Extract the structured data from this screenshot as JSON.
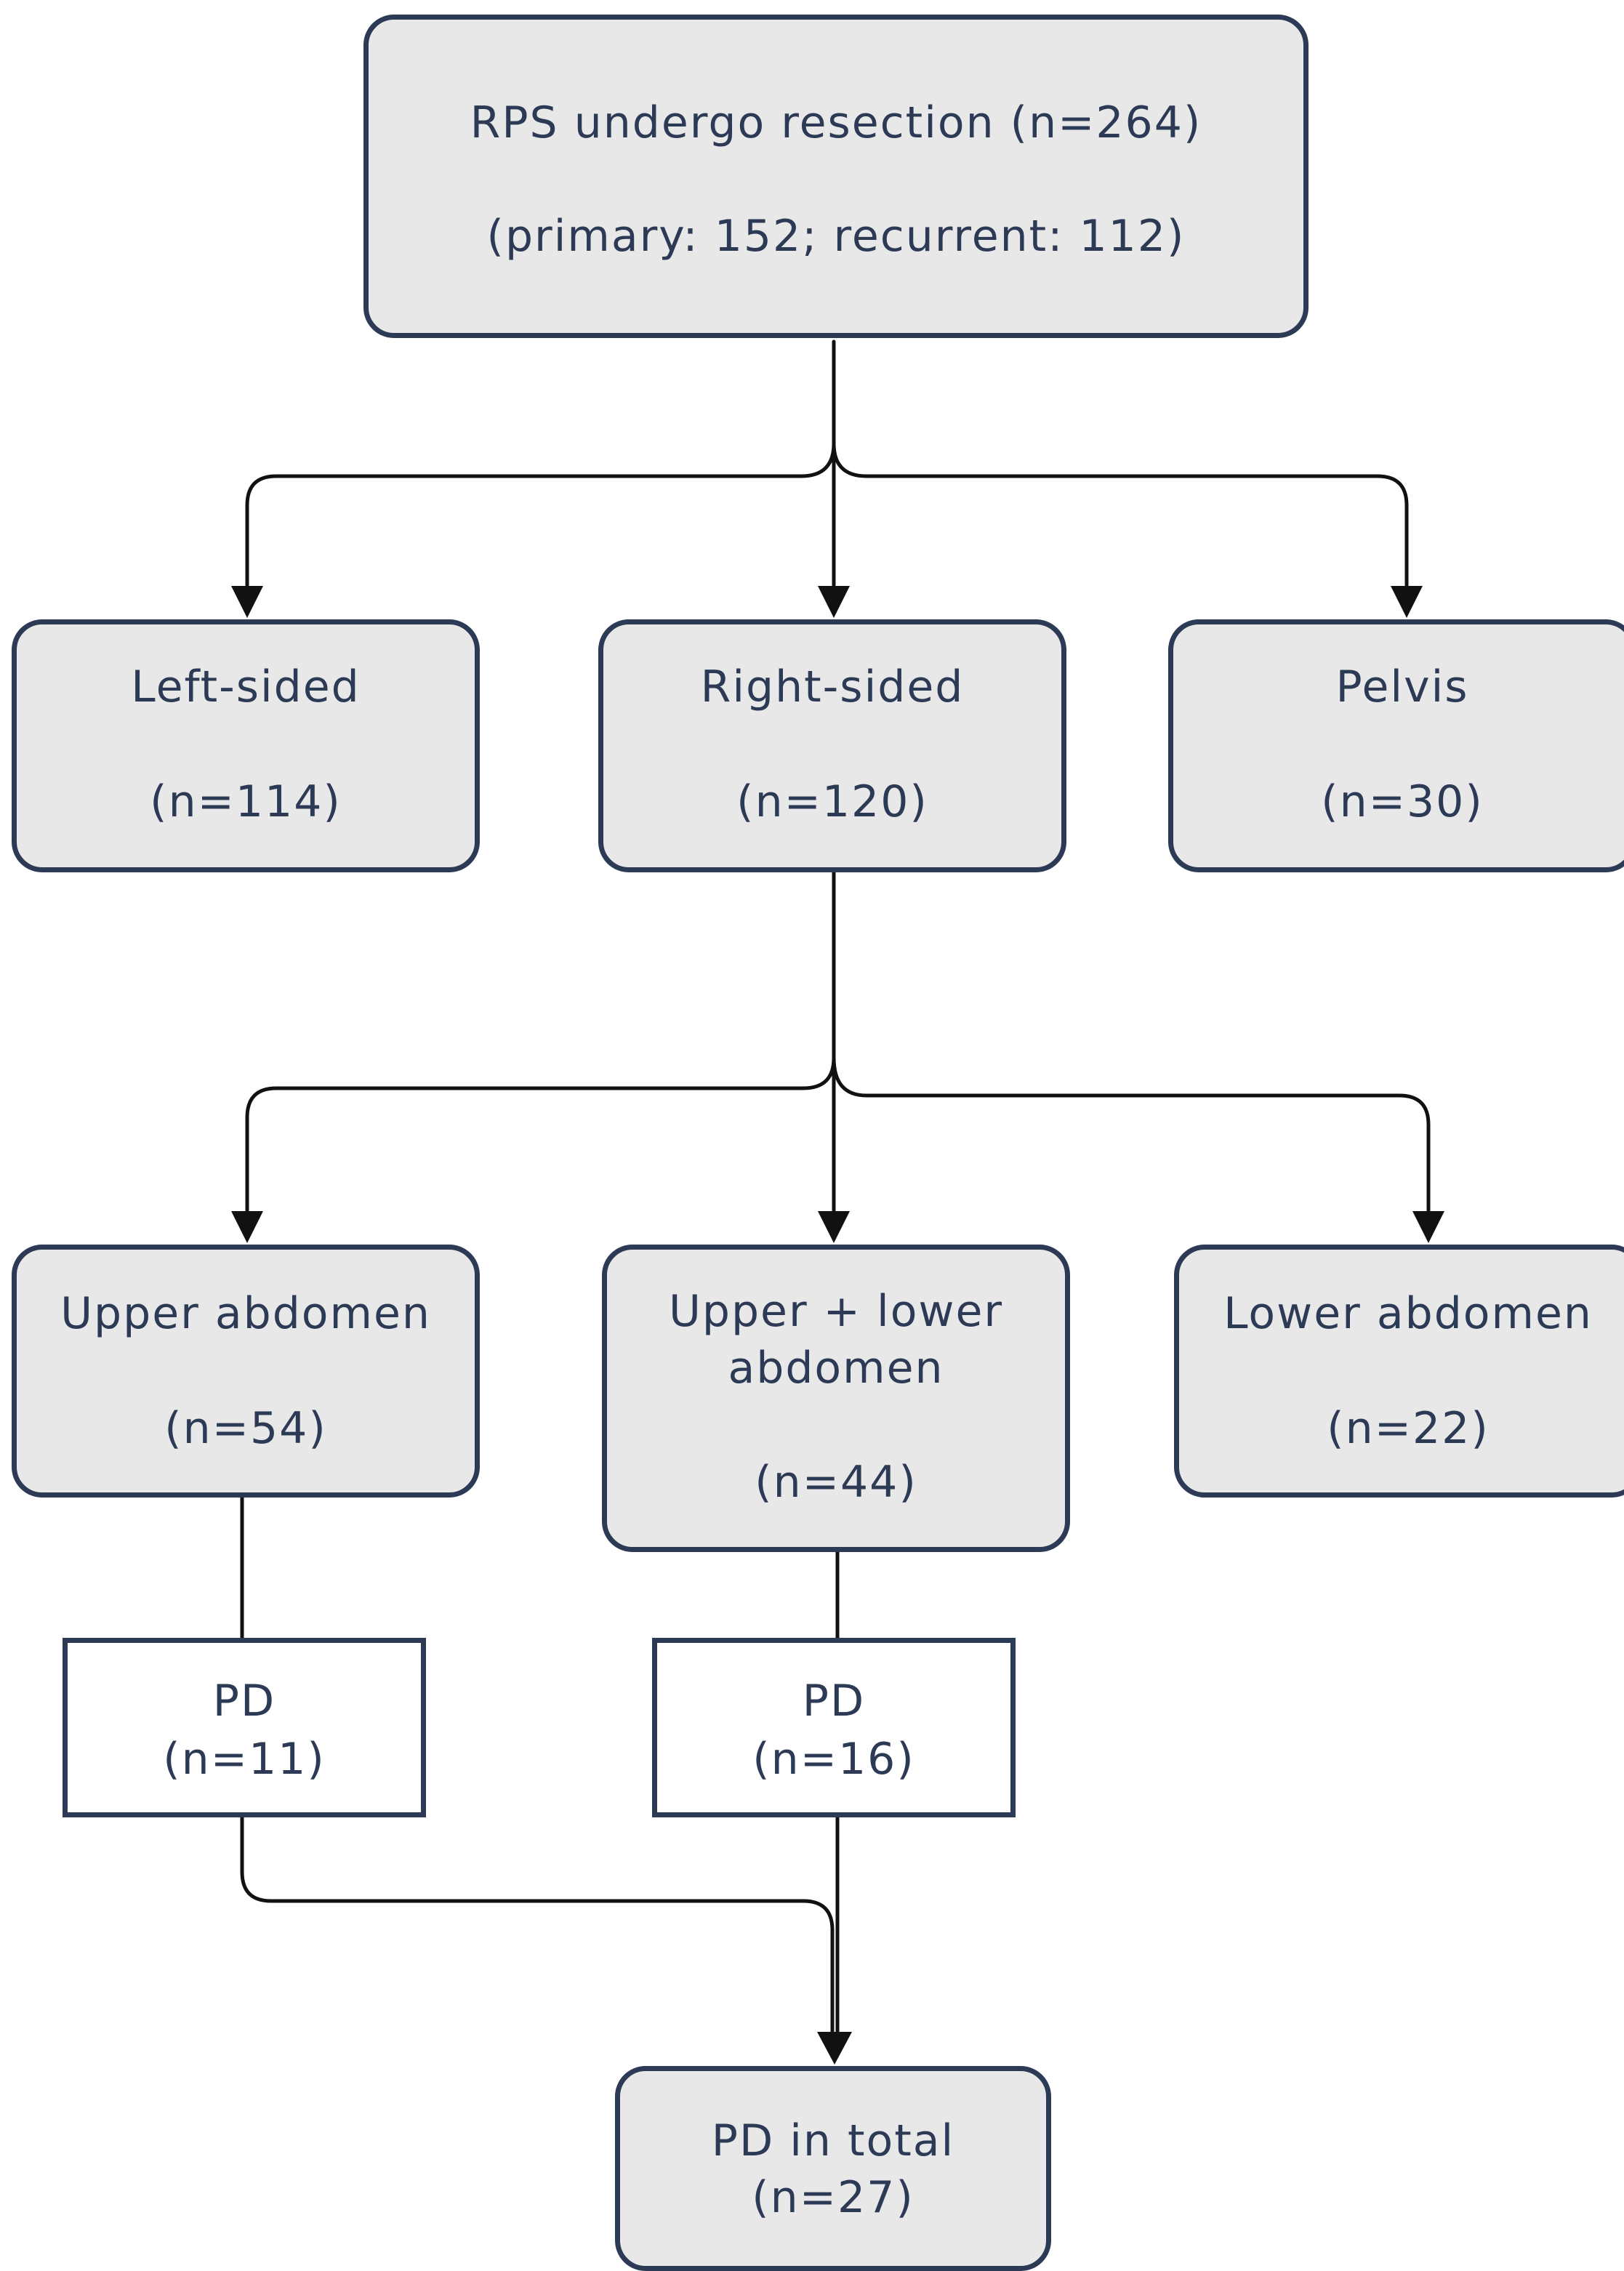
{
  "boxes": {
    "root": {
      "line1": "RPS undergo resection (n=264)",
      "line2": "(primary: 152; recurrent: 112)"
    },
    "left_sided": {
      "line1": "Left-sided",
      "line2": "(n=114)"
    },
    "right_sided": {
      "line1": "Right-sided",
      "line2": "(n=120)"
    },
    "pelvis": {
      "line1": "Pelvis",
      "line2": "(n=30)"
    },
    "upper_abdomen": {
      "line1": "Upper abdomen",
      "line2": "(n=54)"
    },
    "upper_lower_abdomen": {
      "line1": "Upper + lower",
      "line2": "abdomen",
      "line3": "(n=44)"
    },
    "lower_abdomen": {
      "line1": "Lower abdomen",
      "line2": "(n=22)"
    },
    "pd_upper": {
      "line1": "PD",
      "line2": "(n=11)"
    },
    "pd_upper_lower": {
      "line1": "PD",
      "line2": "(n=16)"
    },
    "pd_total": {
      "line1": "PD in total",
      "line2": "(n=27)"
    }
  },
  "colors": {
    "border": "#2c3a55",
    "fill": "#e8e8e8",
    "connector": "#111111"
  }
}
